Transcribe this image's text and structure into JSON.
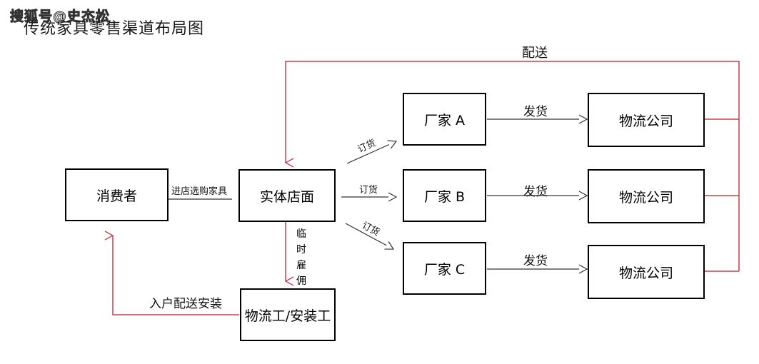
{
  "watermark": "搜狐号@史杰松",
  "title": "传统家具零售渠道布局图",
  "nodes": {
    "consumer": "消费者",
    "store": "实体店面",
    "worker": "物流工/安装工",
    "factory_a": "厂家 A",
    "factory_b": "厂家 B",
    "factory_c": "厂家 C",
    "logistics_1": "物流公司",
    "logistics_2": "物流公司",
    "logistics_3": "物流公司"
  },
  "edges": {
    "delivery": "配送",
    "visit_store": "进店选购家具",
    "order_a": "订货",
    "order_b": "订货",
    "order_c": "订货",
    "ship_a": "发货",
    "ship_b": "发货",
    "ship_c": "发货",
    "temp_hire": [
      "临",
      "时",
      "雇",
      "佣"
    ],
    "home_install": "入户配送安装"
  },
  "colors": {
    "loop_line": "#c0404a",
    "arrow_line": "#333333",
    "box_border": "#000000"
  }
}
